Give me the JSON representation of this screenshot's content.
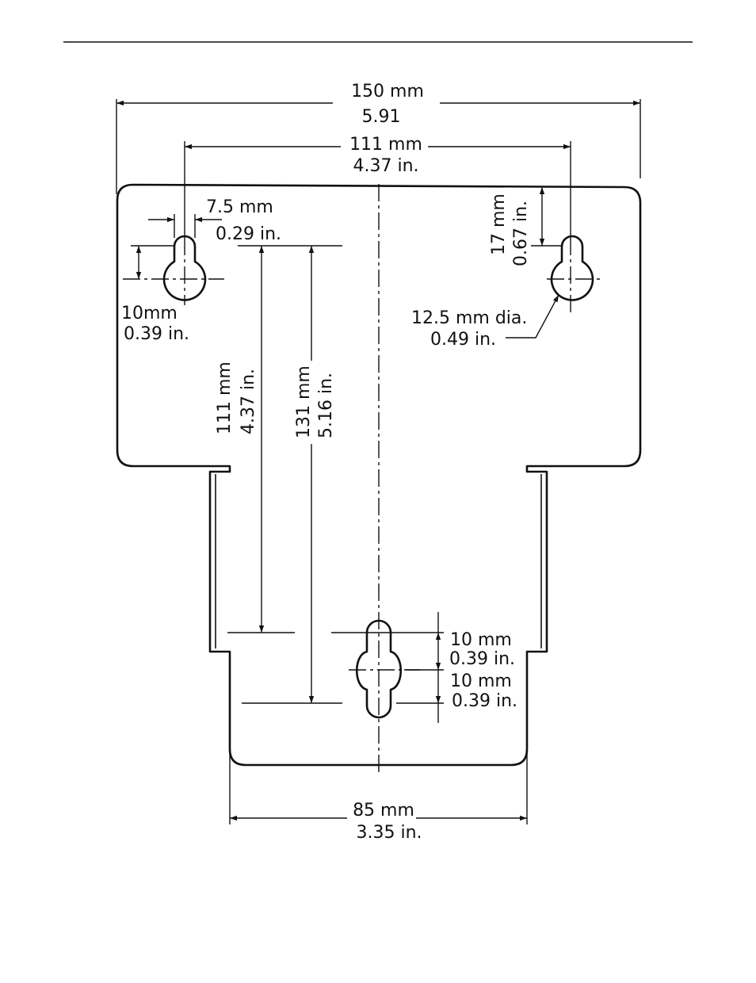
{
  "diagram": {
    "labels": {
      "overall_width_mm": "150 mm",
      "overall_width_in": "5.91",
      "hole_spacing_mm": "111 mm",
      "hole_spacing_in": "4.37 in.",
      "slot_width_mm": "7.5 mm",
      "slot_width_in": "0.29 in.",
      "slot_offset_mm": "10mm",
      "slot_offset_in": "0.39 in.",
      "top_margin_mm": "17 mm",
      "top_margin_in": "0.67 in.",
      "hole_dia_mm": "12.5 mm dia.",
      "hole_dia_in": "0.49 in.",
      "vert_spacing_mm": "111 mm",
      "vert_spacing_in": "4.37 in.",
      "vert_total_mm": "131 mm",
      "vert_total_in": "5.16 in.",
      "bottom_slot_upper_mm": "10 mm",
      "bottom_slot_upper_in": "0.39 in.",
      "bottom_slot_lower_mm": "10 mm",
      "bottom_slot_lower_in": "0.39 in.",
      "bottom_width_mm": "85 mm",
      "bottom_width_in": "3.35 in."
    }
  }
}
